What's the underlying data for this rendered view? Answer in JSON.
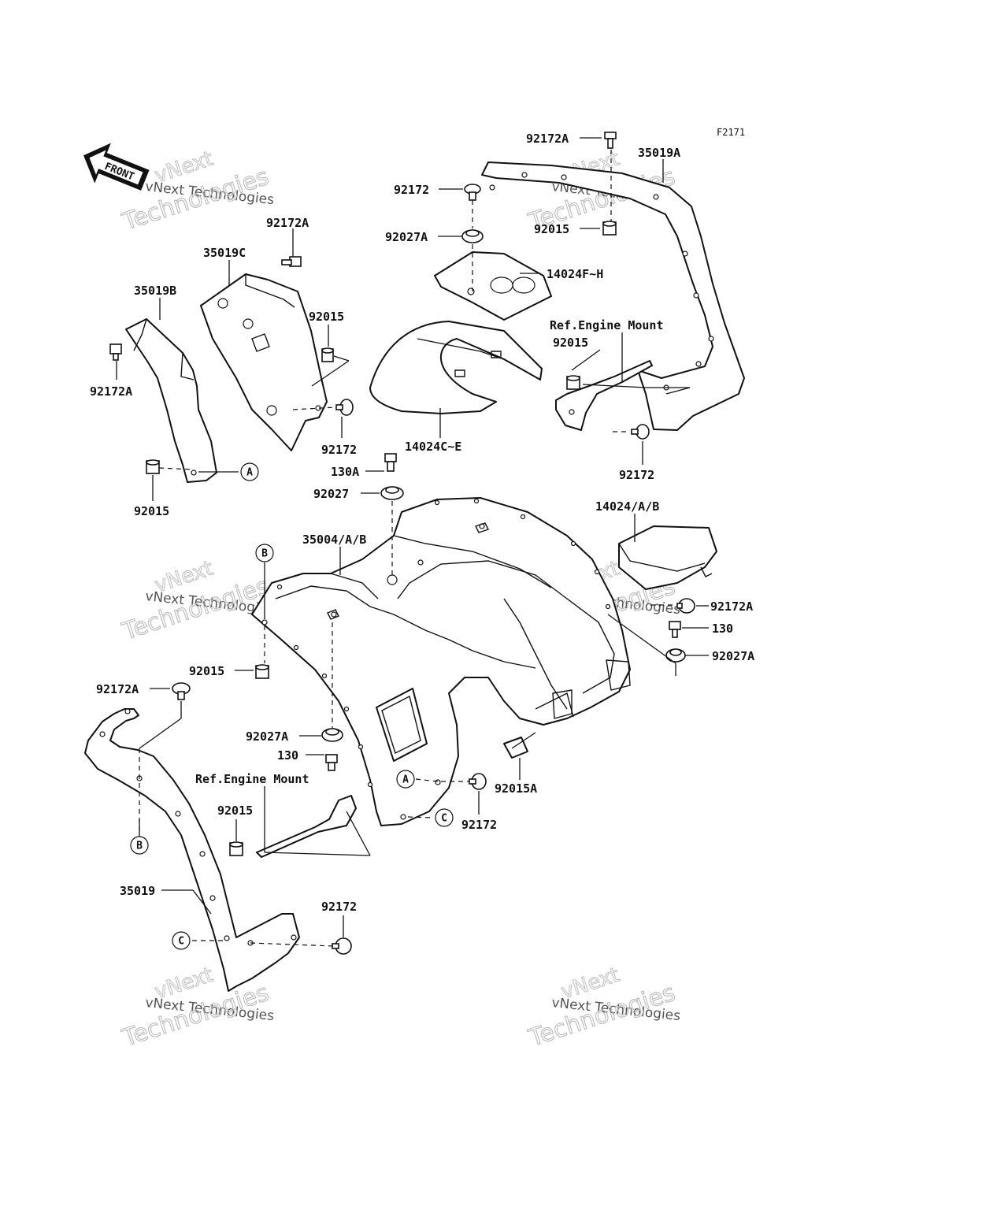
{
  "figure_code": "F2171",
  "front_label": "FRONT",
  "watermark": {
    "line1": "vNext Technologies",
    "line2": "Technologies",
    "line3": "vNext"
  },
  "labels": {
    "l_92172A_top": "92172A",
    "l_35019A": "35019A",
    "l_92172_top": "92172",
    "l_92027A_top": "92027A",
    "l_92015_topright": "92015",
    "l_14024FH": "14024F~H",
    "l_ref_engine_mount_top": "Ref.Engine Mount",
    "l_92015_mid": "92015",
    "l_92172_right": "92172",
    "l_92172A_left": "92172A",
    "l_35019C": "35019C",
    "l_35019B": "35019B",
    "l_92015_a": "92015",
    "l_92172A_b": "92172A",
    "l_92172_c": "92172",
    "l_92015_b": "92015",
    "l_14024CE": "14024C~E",
    "l_130A": "130A",
    "l_92027": "92027",
    "l_14024AB": "14024/A/B",
    "l_35004AB": "35004/A/B",
    "l_92172A_r2": "92172A",
    "l_130_r": "130",
    "l_92027A_r": "92027A",
    "l_92015_c": "92015",
    "l_92172A_l2": "92172A",
    "l_92027A_bot": "92027A",
    "l_130_bot": "130",
    "l_ref_engine_mount_bot": "Ref.Engine Mount",
    "l_92015_d": "92015",
    "l_92015A": "92015A",
    "l_92172_bot": "92172",
    "l_35019": "35019",
    "l_92172_last": "92172"
  },
  "callouts": {
    "A1": "A",
    "A2": "A",
    "B1": "B",
    "B2": "B",
    "C1": "C",
    "C2": "C"
  }
}
